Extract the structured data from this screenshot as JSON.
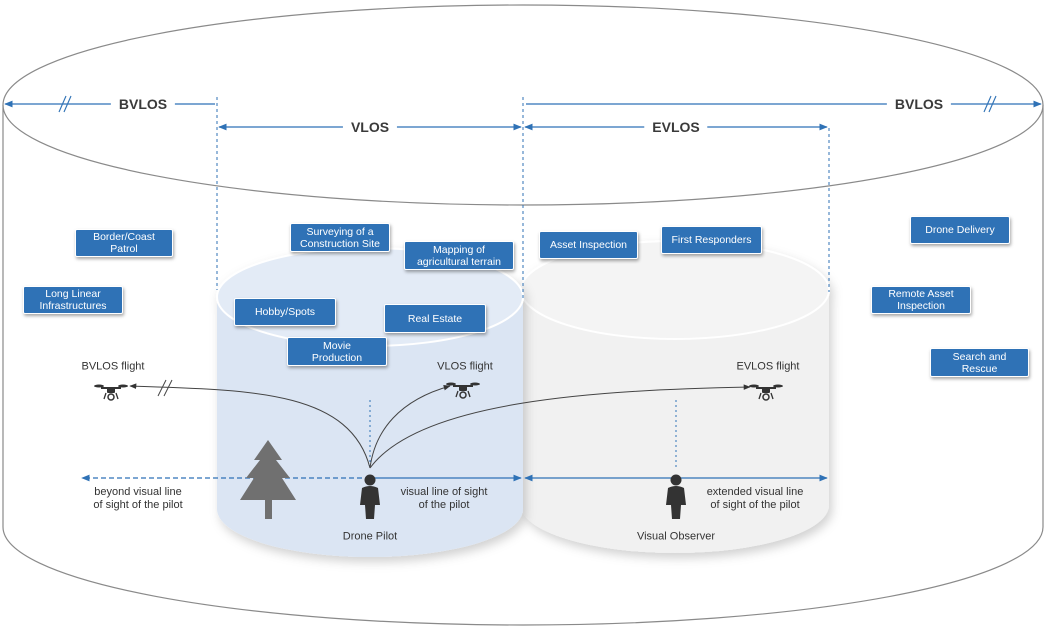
{
  "zones": {
    "bvlos_left": "BVLOS",
    "vlos": "VLOS",
    "evlos": "EVLOS",
    "bvlos_right": "BVLOS"
  },
  "use_cases": {
    "border_coast": "Border/Coast\nPatrol",
    "long_linear": "Long Linear\nInfrastructures",
    "surveying": "Surveying of a\nConstruction Site",
    "mapping": "Mapping of\nagricultural terrain",
    "hobby": "Hobby/Spots",
    "real_estate": "Real Estate",
    "movie": "Movie\nProduction",
    "asset_inspection": "Asset Inspection",
    "first_responders": "First Responders",
    "drone_delivery": "Drone Delivery",
    "remote_asset": "Remote Asset\nInspection",
    "search_rescue": "Search and\nRescue"
  },
  "flights": {
    "bvlos": "BVLOS flight",
    "vlos": "VLOS flight",
    "evlos": "EVLOS flight"
  },
  "ranges": {
    "beyond": "beyond visual line\nof sight of the pilot",
    "visual": "visual line of sight\nof the pilot",
    "extended": "extended visual line\nof sight of the pilot"
  },
  "people": {
    "pilot": "Drone Pilot",
    "observer": "Visual Observer"
  },
  "colors": {
    "accent": "#2f72b6",
    "vlos_fill": "#dbe5f3",
    "evlos_fill": "#f1f1f1"
  }
}
